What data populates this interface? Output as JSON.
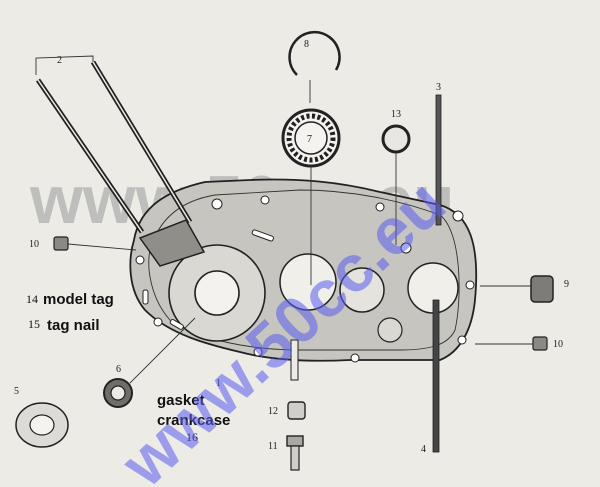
{
  "part_numbers": [
    "1",
    "2",
    "3",
    "4",
    "5",
    "6",
    "7",
    "8",
    "9",
    "10",
    "10",
    "11",
    "12",
    "13",
    "16"
  ],
  "notes": [
    {
      "num": "14",
      "text": "model tag"
    },
    {
      "num": "15",
      "text": "tag nail"
    }
  ],
  "gasket_note": {
    "line1": "gasket",
    "line2": "crankcase"
  },
  "watermarks": {
    "gray": "www.50cc.eu",
    "blue": "www.50cc.eu"
  },
  "colors": {
    "watermark_gray": "#9a9a9a",
    "watermark_blue": "#5a5df0",
    "background": "#ecebe6"
  }
}
